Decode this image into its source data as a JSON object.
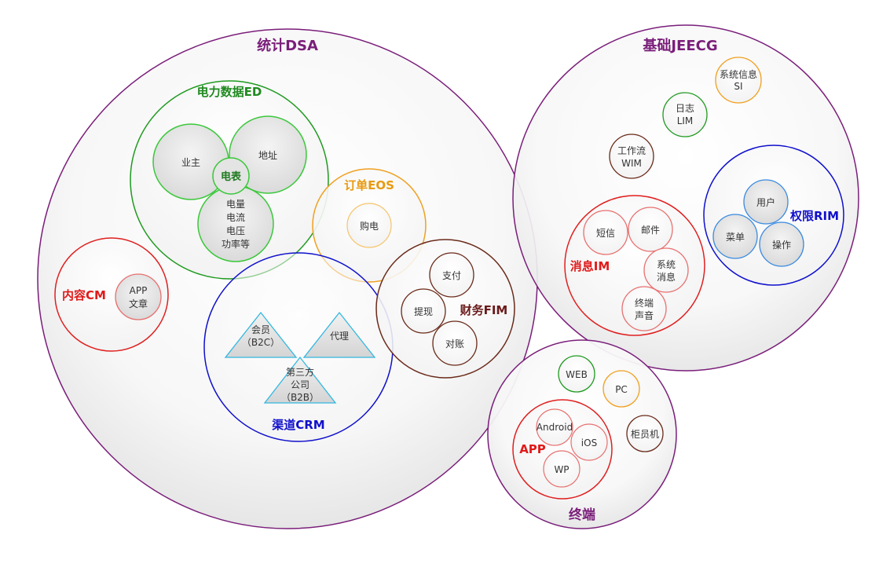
{
  "colors": {
    "purple": "#7a1e7a",
    "green": "#1f9a1f",
    "brightgreen": "#3cc83c",
    "orange": "#f0a020",
    "brown": "#6a2a1a",
    "red": "#e02020",
    "blue": "#1010cc",
    "lightblue": "#3a8ae0",
    "cyan": "#33b8e0",
    "salmon": "#e87070"
  },
  "labels": {
    "dsa": "统计DSA",
    "ed": "电力数据ED",
    "ed_owner": "业主",
    "ed_address": "地址",
    "ed_meter": "电表",
    "ed_m1": "电量",
    "ed_m2": "电流",
    "ed_m3": "电压",
    "ed_m4": "功率等",
    "eos": "订单EOS",
    "eos_buy": "购电",
    "fim": "财务FIM",
    "fim_pay": "支付",
    "fim_withdraw": "提现",
    "fim_reconcile": "对账",
    "cm": "内容CM",
    "cm_app1": "APP",
    "cm_app2": "文章",
    "crm": "渠道CRM",
    "crm_member1": "会员",
    "crm_member2": "（B2C）",
    "crm_agent": "代理",
    "crm_third1": "第三方",
    "crm_third2": "公司",
    "crm_third3": "（B2B）",
    "jeecg": "基础JEECG",
    "si1": "系统信息",
    "si2": "SI",
    "lim1": "日志",
    "lim2": "LIM",
    "wim1": "工作流",
    "wim2": "WIM",
    "rim": "权限RIM",
    "rim_user": "用户",
    "rim_menu": "菜单",
    "rim_op": "操作",
    "im": "消息IM",
    "im_sms": "短信",
    "im_mail": "邮件",
    "im_sys1": "系统",
    "im_sys2": "消息",
    "im_term1": "终端",
    "im_term2": "声音",
    "term": "终端",
    "term_web": "WEB",
    "term_pc": "PC",
    "term_atm": "柜员机",
    "app": "APP",
    "app_android": "Android",
    "app_ios": "iOS",
    "app_wp": "WP"
  }
}
